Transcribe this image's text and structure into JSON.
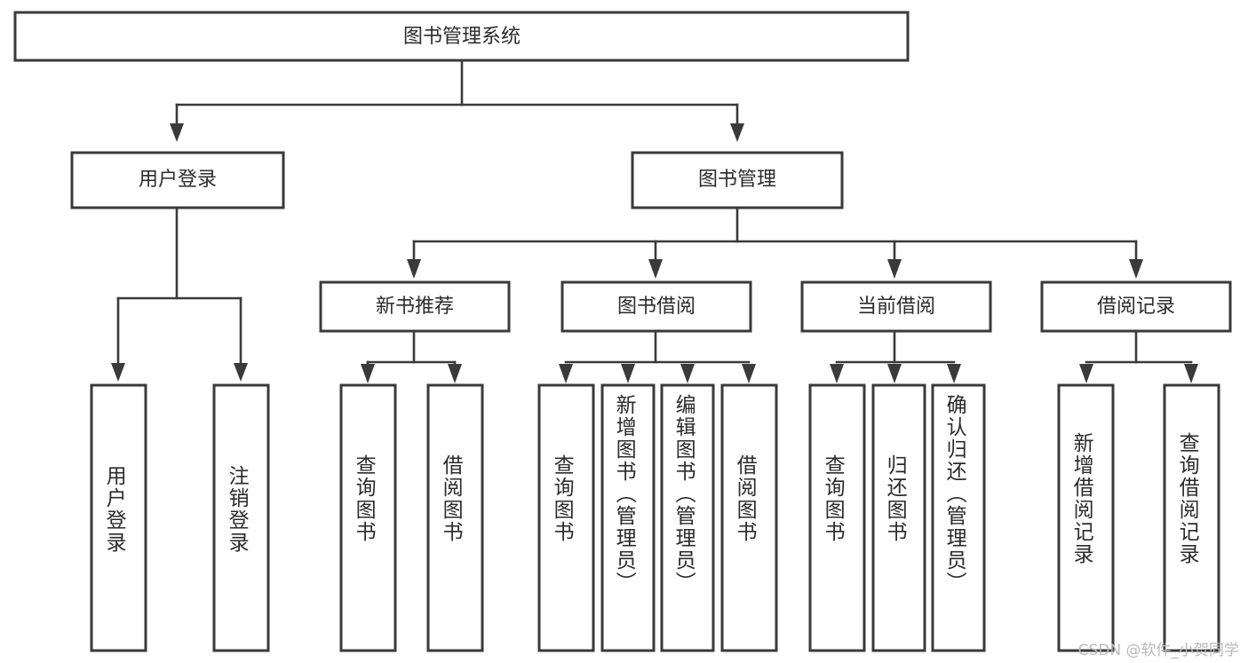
{
  "diagram": {
    "title_node": {
      "label": "图书管理系统"
    },
    "level2": [
      {
        "label": "用户登录"
      },
      {
        "label": "图书管理"
      }
    ],
    "level3": [
      {
        "label": "新书推荐"
      },
      {
        "label": "图书借阅"
      },
      {
        "label": "当前借阅"
      },
      {
        "label": "借阅记录"
      }
    ],
    "leaves": {
      "user_login": [
        {
          "label": "用户登录"
        },
        {
          "label": "注销登录"
        }
      ],
      "new_book_recommend": [
        {
          "label": "查询图书"
        },
        {
          "label": "借阅图书"
        }
      ],
      "book_borrow": [
        {
          "label": "查询图书"
        },
        {
          "label": "新增图书（管理员）"
        },
        {
          "label": "编辑图书（管理员）"
        },
        {
          "label": "借阅图书"
        }
      ],
      "current_borrow": [
        {
          "label": "查询图书"
        },
        {
          "label": "归还图书"
        },
        {
          "label": "确认归还（管理员）"
        }
      ],
      "borrow_record": [
        {
          "label": "新增借阅记录"
        },
        {
          "label": "查询借阅记录"
        }
      ]
    },
    "watermark": "CSDN @软件_小贺同学",
    "colors": {
      "background": "#ffffff",
      "box_fill": "#ffffff",
      "box_stroke": "#3a3a3a",
      "line": "#3a3a3a",
      "text": "#2b2b2b",
      "watermark": "#b9b9b9"
    }
  }
}
